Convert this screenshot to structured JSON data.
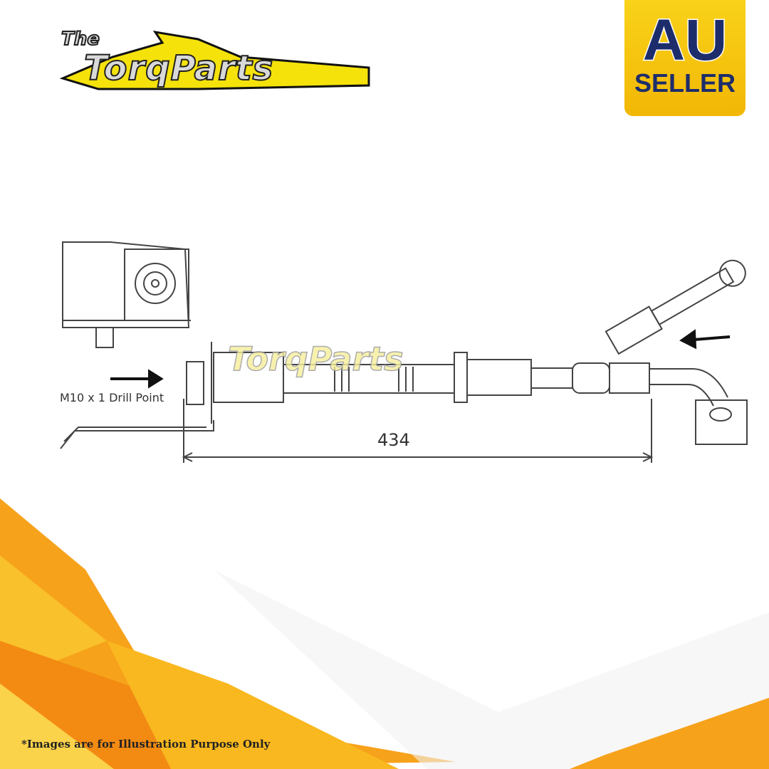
{
  "brand": {
    "logo_the": "The",
    "logo_main": "TorqParts"
  },
  "badge": {
    "country": "AU",
    "label": "SELLER"
  },
  "diagram": {
    "thread_label": "M10 x 1 Drill Point",
    "length_label": "434"
  },
  "footer": {
    "disclaimer": "*Images are for Illustration Purpose Only"
  },
  "colors": {
    "accent_yellow": "#f5c400",
    "badge_blue": "#1d2d6b",
    "orange": "#f39200"
  }
}
